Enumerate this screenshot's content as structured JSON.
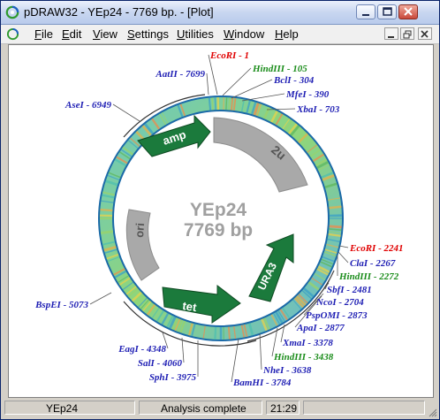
{
  "window": {
    "title": "pDRAW32 - YEp24 - 7769 bp. - [Plot]",
    "menu": [
      "File",
      "Edit",
      "View",
      "Settings",
      "Utilities",
      "Window",
      "Help"
    ]
  },
  "plasmid": {
    "name": "YEp24",
    "size_label": "7769 bp"
  },
  "features": [
    {
      "label": "amp",
      "color": "#1b7a3c"
    },
    {
      "label": "2u",
      "color": "#a9a9a9"
    },
    {
      "label": "ori",
      "color": "#a9a9a9"
    },
    {
      "label": "tet",
      "color": "#1b7a3c"
    },
    {
      "label": "URA3",
      "color": "#1b7a3c"
    }
  ],
  "sites": [
    {
      "enzyme": "EcoRI",
      "pos": "1",
      "color": "#e00000"
    },
    {
      "enzyme": "HindIII",
      "pos": "105",
      "color": "#1a8c1a"
    },
    {
      "enzyme": "BclI",
      "pos": "304",
      "color": "#1f1fb4"
    },
    {
      "enzyme": "MfeI",
      "pos": "390",
      "color": "#1f1fb4"
    },
    {
      "enzyme": "XbaI",
      "pos": "703",
      "color": "#1f1fb4"
    },
    {
      "enzyme": "AatII",
      "pos": "7699",
      "color": "#1f1fb4"
    },
    {
      "enzyme": "AseI",
      "pos": "6949",
      "color": "#1f1fb4"
    },
    {
      "enzyme": "EcoRI",
      "pos": "2241",
      "color": "#e00000"
    },
    {
      "enzyme": "ClaI",
      "pos": "2267",
      "color": "#1f1fb4"
    },
    {
      "enzyme": "HindIII",
      "pos": "2272",
      "color": "#1a8c1a"
    },
    {
      "enzyme": "SbfI",
      "pos": "2481",
      "color": "#1f1fb4"
    },
    {
      "enzyme": "NcoI",
      "pos": "2704",
      "color": "#1f1fb4"
    },
    {
      "enzyme": "PspOMI",
      "pos": "2873",
      "color": "#1f1fb4"
    },
    {
      "enzyme": "ApaI",
      "pos": "2877",
      "color": "#1f1fb4"
    },
    {
      "enzyme": "XmaI",
      "pos": "3378",
      "color": "#1f1fb4"
    },
    {
      "enzyme": "HindIII",
      "pos": "3438",
      "color": "#1a8c1a"
    },
    {
      "enzyme": "NheI",
      "pos": "3638",
      "color": "#1f1fb4"
    },
    {
      "enzyme": "BamHI",
      "pos": "3784",
      "color": "#1f1fb4"
    },
    {
      "enzyme": "SphI",
      "pos": "3975",
      "color": "#1f1fb4"
    },
    {
      "enzyme": "SalI",
      "pos": "4060",
      "color": "#1f1fb4"
    },
    {
      "enzyme": "EagI",
      "pos": "4348",
      "color": "#1f1fb4"
    },
    {
      "enzyme": "BspEI",
      "pos": "5073",
      "color": "#1f1fb4"
    }
  ],
  "status": {
    "file": "YEp24",
    "message": "Analysis complete",
    "time": "21:29"
  }
}
